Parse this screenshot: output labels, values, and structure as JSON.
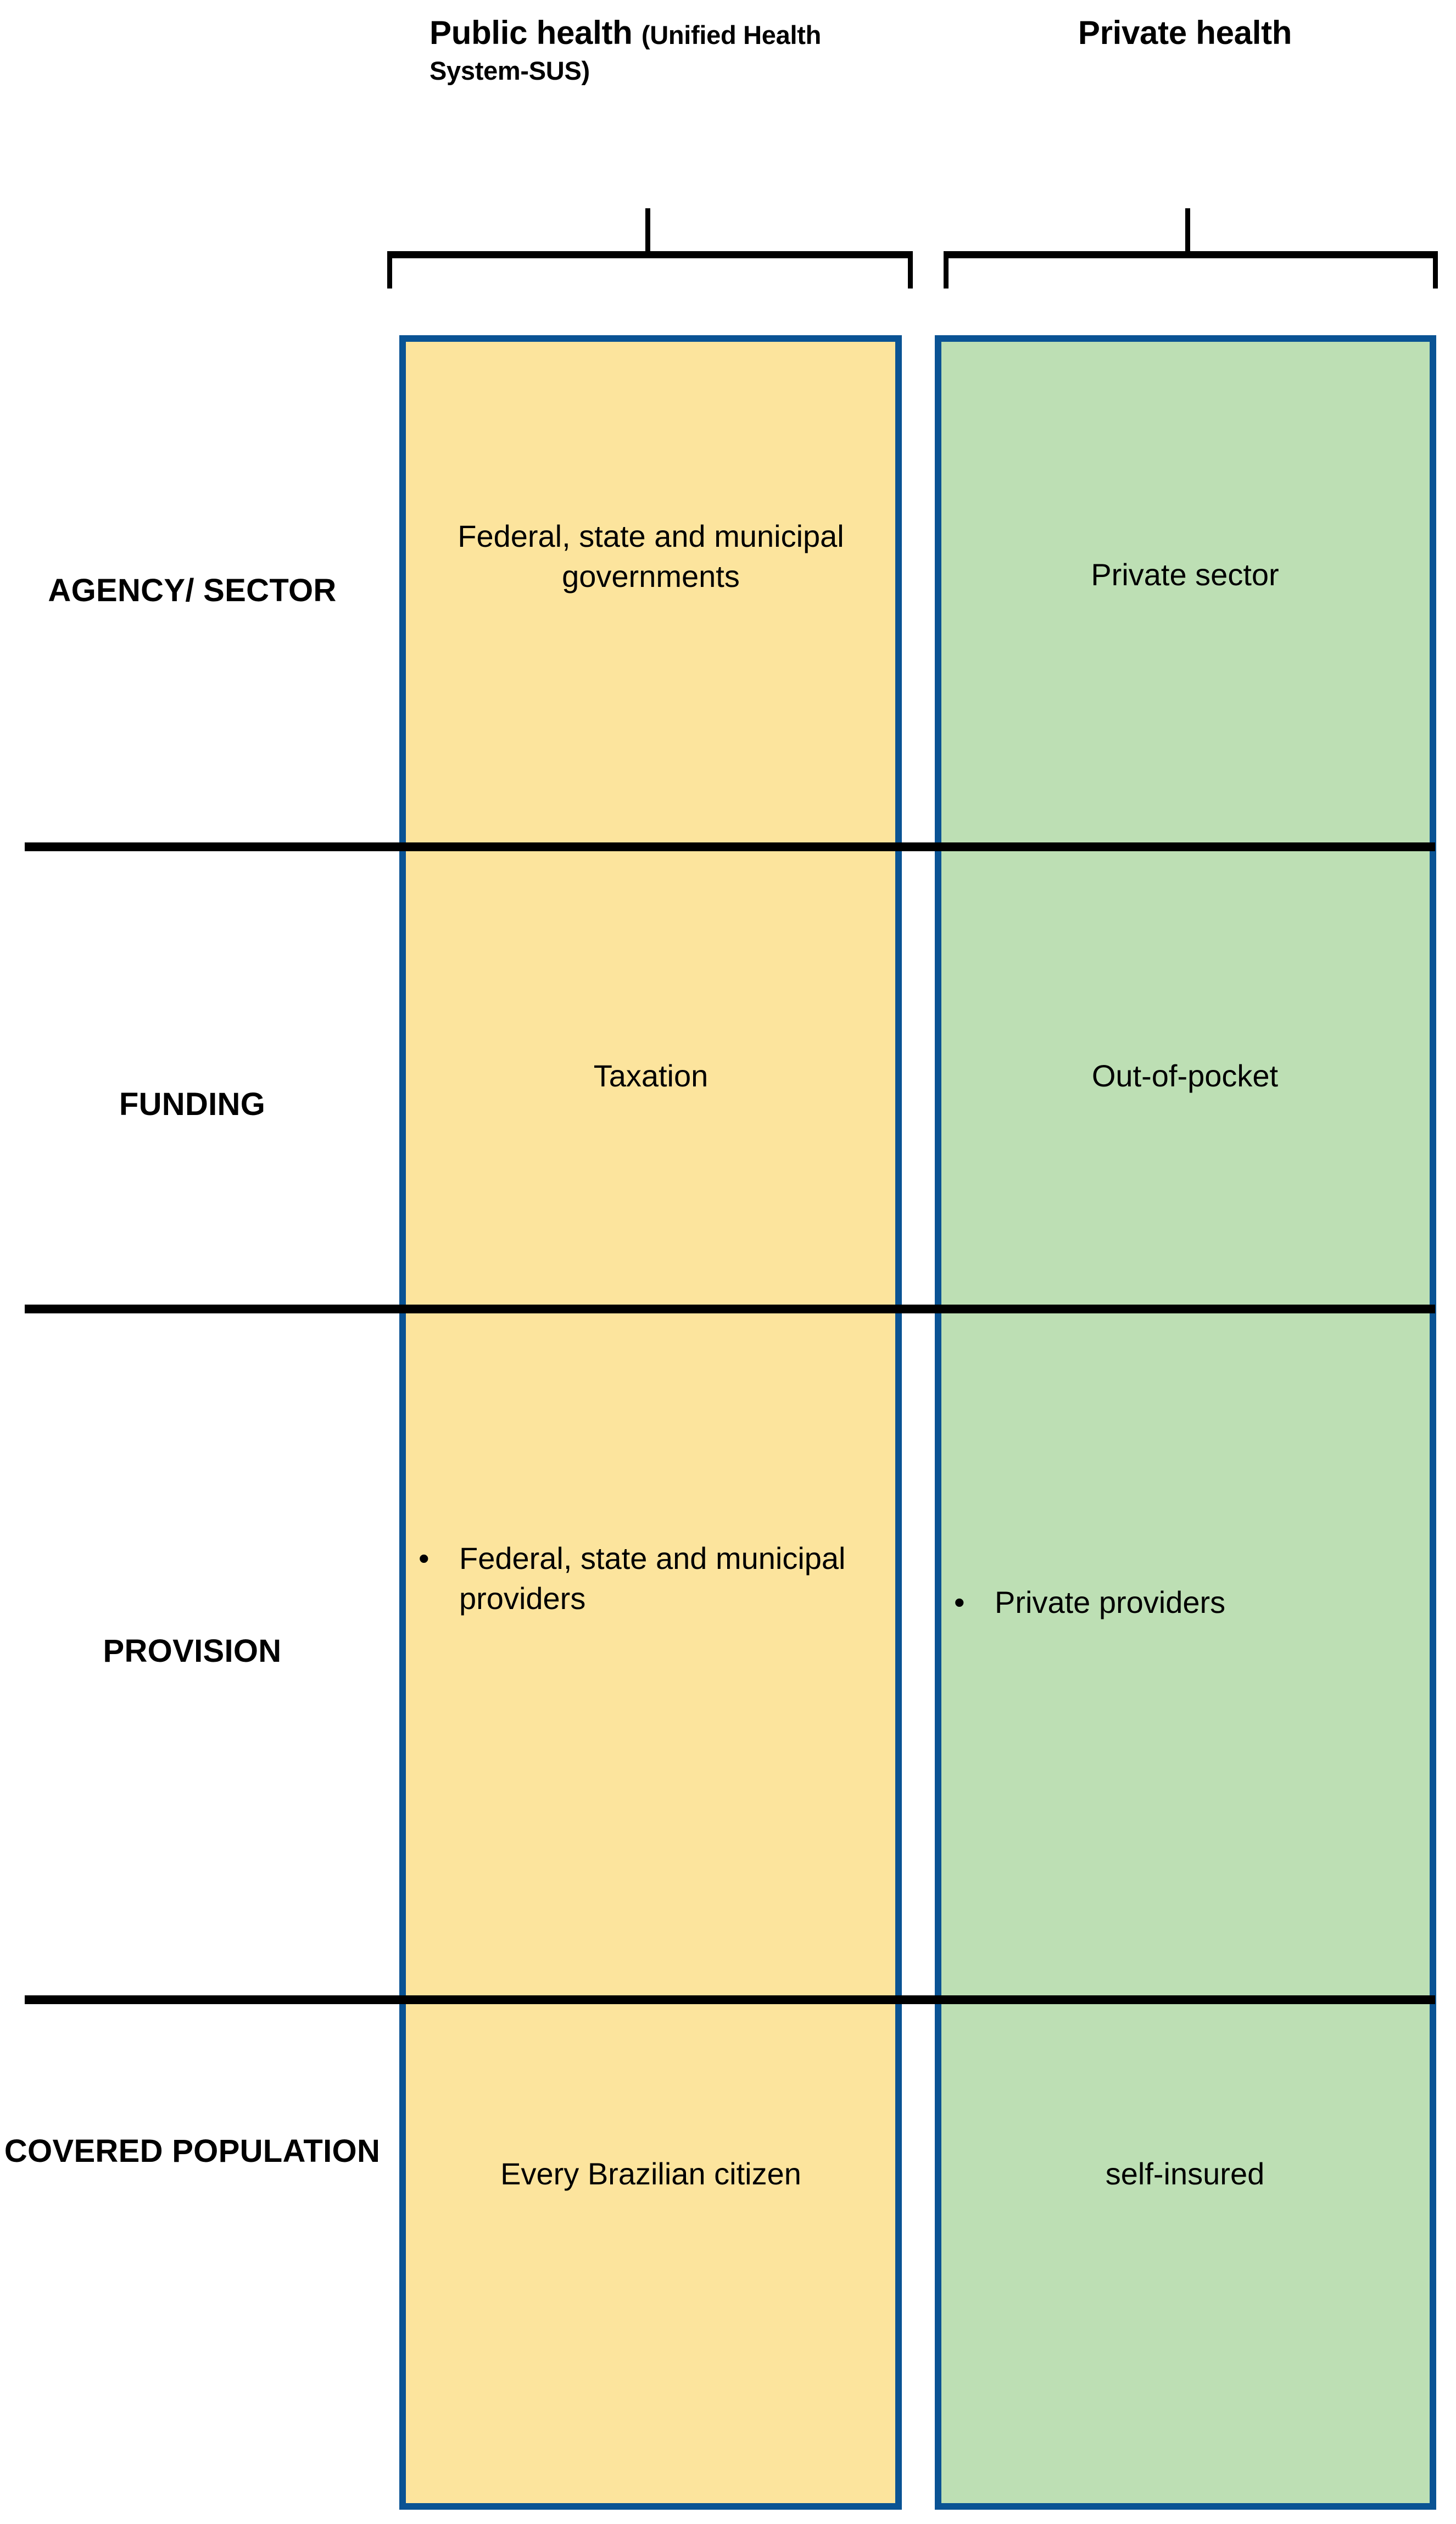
{
  "headers": {
    "public": {
      "main": "Public health ",
      "paren": "(Unified Health System-SUS)"
    },
    "private": {
      "main": "Private health"
    }
  },
  "row_labels": {
    "agency": "AGENCY/ SECTOR",
    "funding": "FUNDING",
    "provision": "PROVISION",
    "covered": "COVERED POPULATION"
  },
  "cells": {
    "public": {
      "agency": "Federal, state and municipal governments",
      "funding": "Taxation",
      "provision_bullet": "•",
      "provision": "Federal, state and municipal providers",
      "covered": "Every Brazilian citizen"
    },
    "private": {
      "agency": "Private sector",
      "funding": "Out-of-pocket",
      "provision_bullet": "•",
      "provision": "Private providers",
      "covered": "self-insured"
    }
  },
  "colors": {
    "public_fill": "#FCE49D",
    "private_fill": "#BDDFB4",
    "box_border": "#0A5394",
    "divider": "#000000",
    "text": "#000000"
  }
}
